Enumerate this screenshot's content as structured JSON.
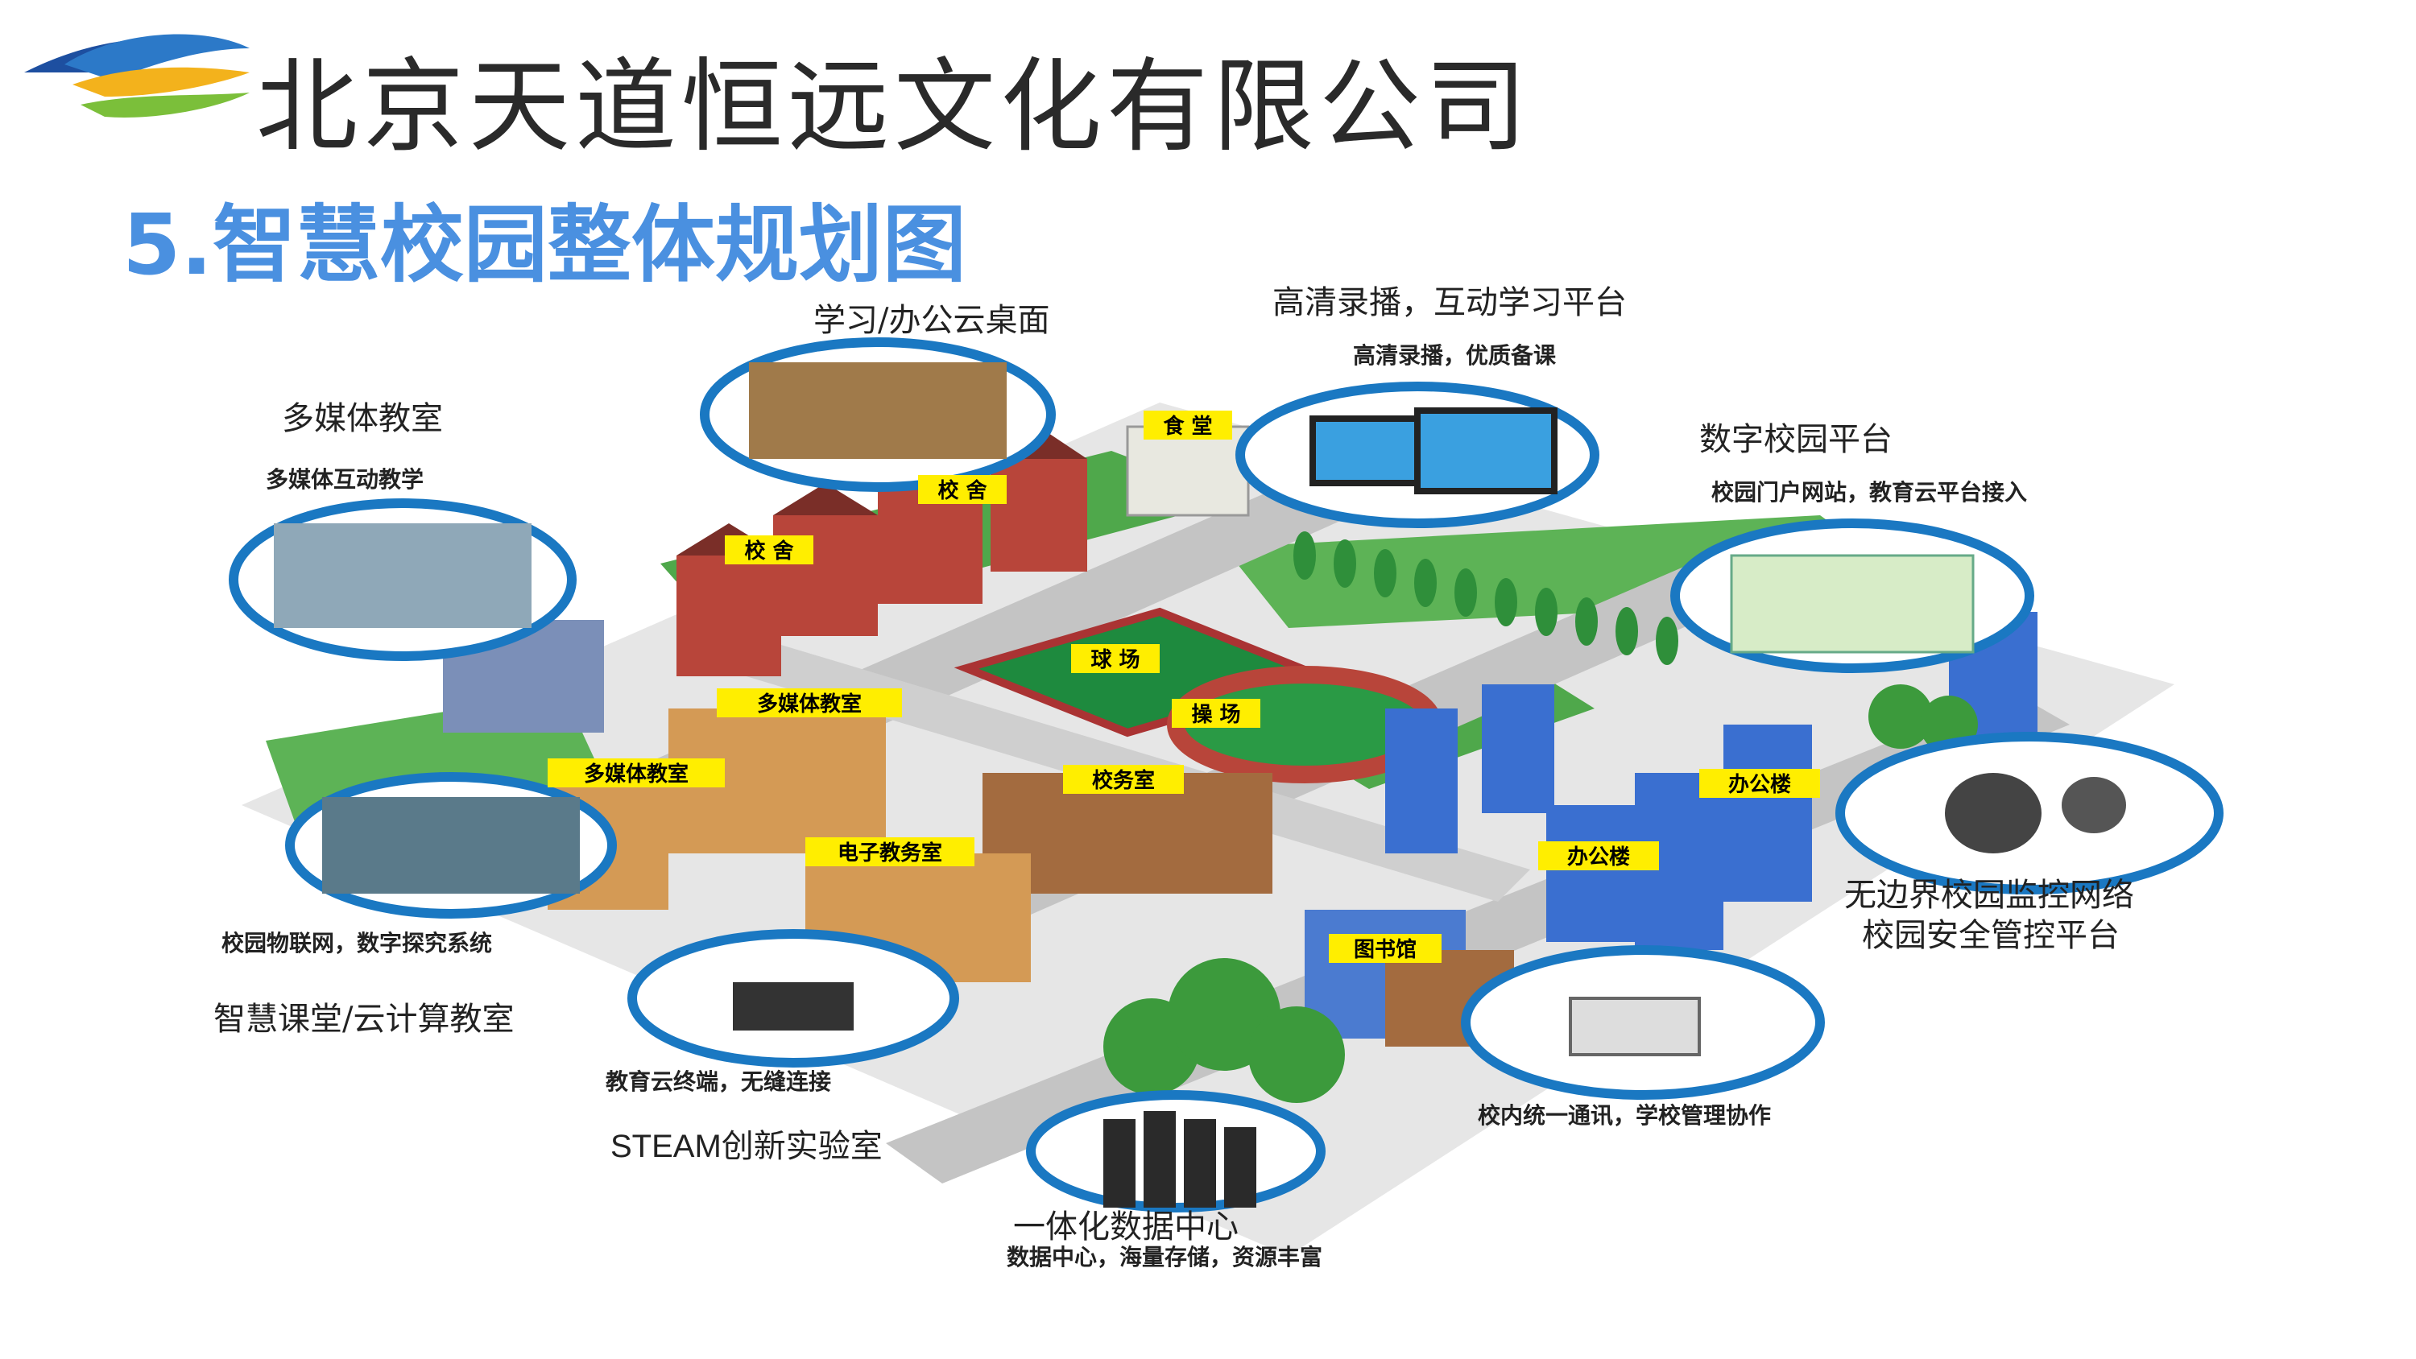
{
  "header": {
    "company_name": "北京天道恒远文化有限公司",
    "slide_title": "5.智慧校园整体规划图"
  },
  "callouts": {
    "cloud_desktop": {
      "title": "学习/办公云桌面"
    },
    "hd_recording": {
      "title": "高清录播，互动学习平台",
      "subtitle": "高清录播，优质备课"
    },
    "multimedia": {
      "title": "多媒体教室",
      "subtitle": "多媒体互动教学"
    },
    "digital_campus": {
      "title": "数字校园平台",
      "subtitle": "校园门户网站，教育云平台接入"
    },
    "iot": {
      "subtitle": "校园物联网，数字探究系统",
      "title": "智慧课堂/云计算教室"
    },
    "cloud_terminal": {
      "subtitle": "教育云终端，无缝连接",
      "title": "STEAM创新实验室"
    },
    "monitoring": {
      "title_line1": "无边界校园监控网络",
      "title_line2": "校园安全管控平台"
    },
    "communication": {
      "subtitle": "校内统一通讯，学校管理协作"
    },
    "data_center": {
      "title": "一体化数据中心",
      "subtitle": "数据中心，海量存储，资源丰富"
    }
  },
  "building_labels": {
    "canteen": "食 堂",
    "dorm_1": "校 舍",
    "dorm_2": "校 舍",
    "multimedia_1": "多媒体教室",
    "multimedia_2": "多媒体教室",
    "court": "球 场",
    "playground": "操 场",
    "school_office": "校务室",
    "e_classroom": "电子教务室",
    "office_1": "办公楼",
    "office_2": "办公楼",
    "library": "图书馆"
  },
  "colors": {
    "title_blue": "#4a90e0",
    "road": "#c9c9c9",
    "grass": "#4fa84b",
    "cloud_edge": "#1a78c2",
    "label_yellow": "#ffee00",
    "brick": "#b8453a",
    "office_blue": "#3a6fd0"
  }
}
